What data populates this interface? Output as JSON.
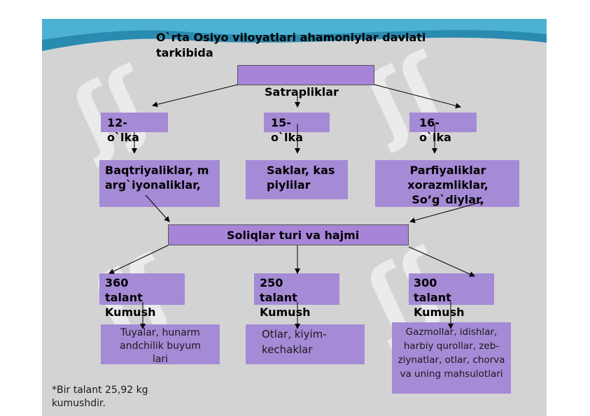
{
  "title": "O`rta Osiyo viloyatlari ahamoniylar davlati tarkibida",
  "satraps_label": "Satrapliklar",
  "provinces": [
    {
      "count": "12-",
      "unit": "o`lka",
      "peoples": "Baqtriyaliklar, marg`iyonaliklar,"
    },
    {
      "count": "15-",
      "unit": "o`lka",
      "peoples": "Saklar, kaspiylilar"
    },
    {
      "count": "16-",
      "unit": "o`lka",
      "peoples": "Parfiyaliklar xorazmliklar, So’g`diylar,"
    }
  ],
  "tax_label": "Soliqlar turi va hajmi",
  "taxes": [
    {
      "amount": "360 talant",
      "metal": "Kumush",
      "goods": "Tuyalar, hunarmandchilik buyumlari"
    },
    {
      "amount": "250 talant",
      "metal": "Kumush",
      "goods": "Otlar, kiyim-kechaklar"
    },
    {
      "amount": "300 talant",
      "metal": "Kumush",
      "goods": "Gazmollar, idishlar, harbiy qurollar, zeb- ziynatlar, otlar, chorva va uning mahsulotlari"
    }
  ],
  "footnote": "*Bir talant 25,92 kg kumushdir.",
  "colors": {
    "box": "#a58ad6",
    "background": "#d3d3d3",
    "header_wave": "#2a8bb0"
  }
}
